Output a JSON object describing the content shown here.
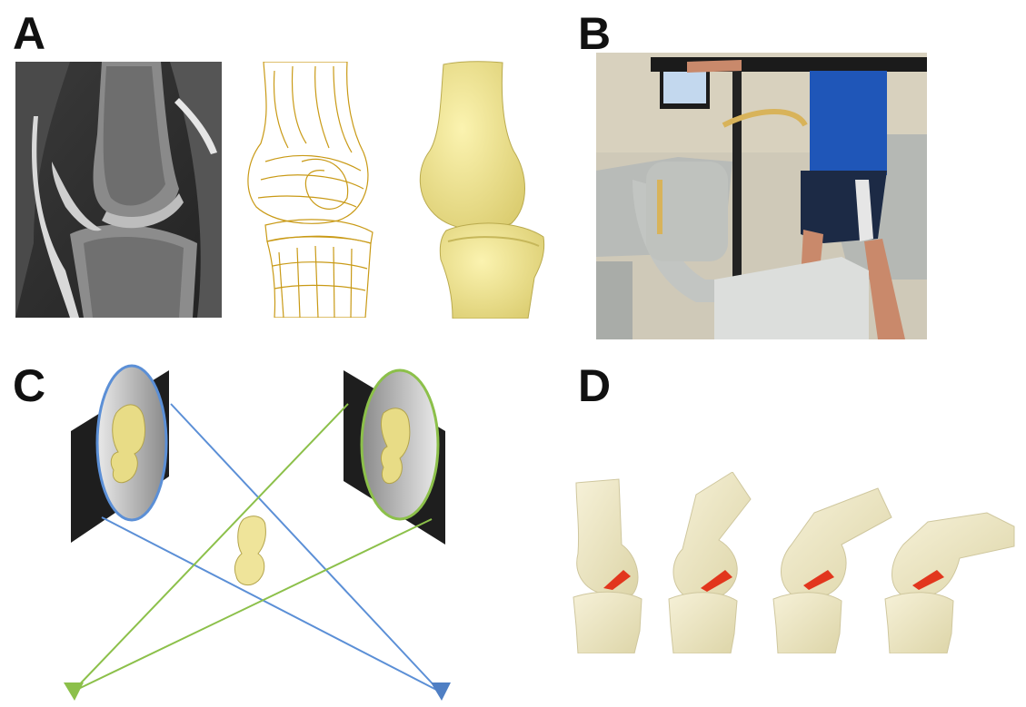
{
  "panels": {
    "a": {
      "label": "A"
    },
    "b": {
      "label": "B"
    },
    "c": {
      "label": "C"
    },
    "d": {
      "label": "D"
    }
  },
  "colors": {
    "bone_yellow": "#efe49a",
    "mesh_gold": "#c99a16",
    "ray_blue": "#5b8fd6",
    "ray_green": "#8cc04a",
    "ligament_red": "#e2361d",
    "bone_cream": "#efe9c6"
  }
}
